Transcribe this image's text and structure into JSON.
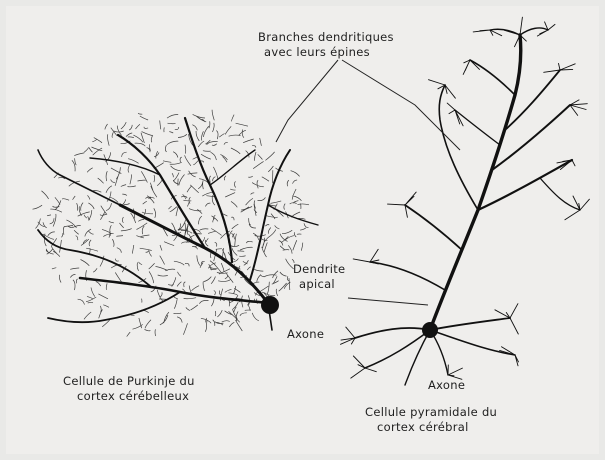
{
  "figure": {
    "labels": {
      "branches_line1": "Branches dendritiques",
      "branches_line2": "avec leurs épines",
      "dendrite_line1": "Dendrite",
      "dendrite_line2": "apical",
      "axone_left": "Axone",
      "axone_right": "Axone",
      "purkinje_line1": "Cellule de Purkinje du",
      "purkinje_line2": "cortex cérébelleux",
      "pyramidal_line1": "Cellule pyramidale du",
      "pyramidal_line2": "cortex cérébral"
    },
    "colors": {
      "ink": "#1a1a1a",
      "paper": "#efeeec"
    }
  }
}
